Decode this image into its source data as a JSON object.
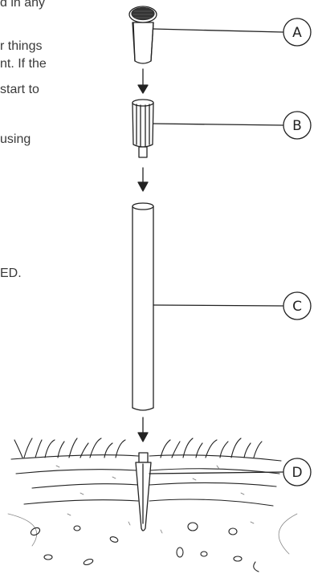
{
  "text_fragments": [
    "d in any",
    "r things",
    "nt. If the",
    "start to",
    "using",
    "ED."
  ],
  "callouts": [
    {
      "letter": "A"
    },
    {
      "letter": "B"
    },
    {
      "letter": "C"
    },
    {
      "letter": "D"
    }
  ],
  "colors": {
    "line": "#222222",
    "text": "#3a3a3a",
    "background": "#ffffff"
  }
}
